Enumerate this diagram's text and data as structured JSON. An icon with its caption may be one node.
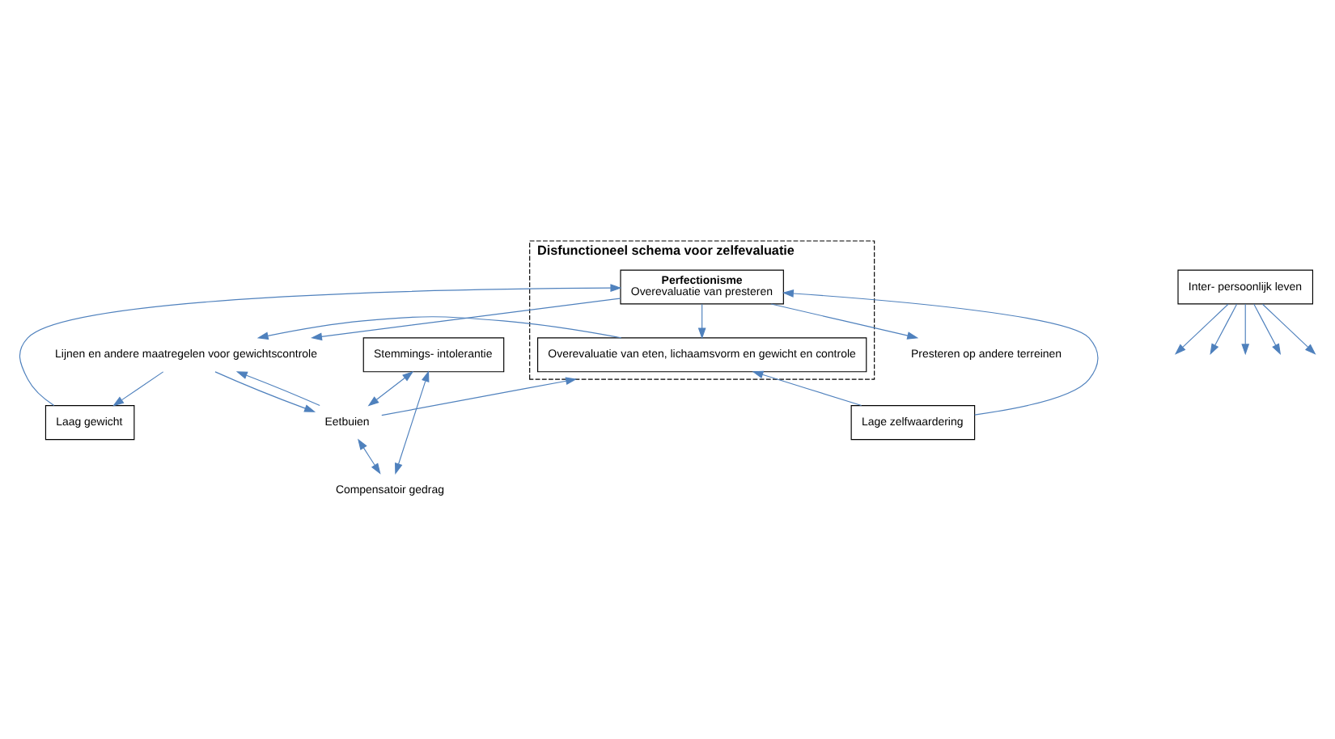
{
  "diagram": {
    "nodes": [
      {
        "text": [
          "Disfunctioneel schema voor zelfevaluatie"
        ]
      },
      {
        "text": [
          "Overevaluatie van eten, lichaamsvorm en gewicht en controle"
        ],
        "in": 0
      },
      {
        "text": [
          "Perfectionisme",
          "Overevaluatie van presteren"
        ],
        "in": 0
      },
      {
        "text": [
          "Inter- persoonlijk leven"
        ]
      },
      {
        "text": [
          "Lage zelfwaardering"
        ]
      },
      {
        "text": [
          "Lijnen en andere maatregelen voor gewichtscontrole"
        ]
      },
      {
        "text": [
          "Presteren op andere terreinen"
        ]
      },
      {
        "text": [
          "Eetbuien"
        ]
      },
      {
        "text": [
          "Laag gewicht"
        ]
      },
      {
        "text": [
          "Compensatoir gedrag"
        ]
      },
      {
        "text": [
          "Stemmings- intolerantie"
        ]
      }
    ],
    "edges": [
      {
        "from": 3,
        "to": null,
        "arrow": "to"
      },
      {
        "from": 3,
        "to": null,
        "arrow": "to"
      },
      {
        "from": 3,
        "to": null,
        "arrow": "to"
      },
      {
        "from": 3,
        "to": null,
        "arrow": "to"
      },
      {
        "from": 3,
        "to": null,
        "arrow": "to"
      },
      {
        "from": 2,
        "to": 1,
        "arrow": "to"
      },
      {
        "from": 4,
        "to": 1,
        "arrow": "to"
      },
      {
        "from": 4,
        "to": 2,
        "arrow": "to"
      },
      {
        "from": 1,
        "to": 5,
        "arrow": "to"
      },
      {
        "from": 2,
        "to": 5,
        "arrow": "to"
      },
      {
        "from": 2,
        "to": 6,
        "arrow": "to"
      },
      {
        "from": 5,
        "to": 7,
        "arrow": "to"
      },
      {
        "from": 5,
        "to": 8,
        "arrow": "to"
      },
      {
        "from": 8,
        "to": 2,
        "arrow": "to"
      },
      {
        "from": 7,
        "to": 0,
        "arrow": "to"
      },
      {
        "from": 7,
        "to": 5,
        "arrow": "to"
      },
      {
        "from": 7,
        "to": 9,
        "arrow": "both"
      },
      {
        "from": 10,
        "to": 7,
        "arrow": "both"
      },
      {
        "from": 10,
        "to": 9,
        "arrow": "both"
      }
    ]
  }
}
